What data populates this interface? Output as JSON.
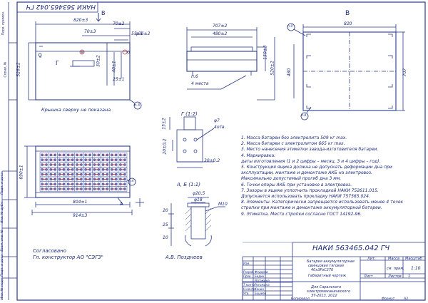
{
  "title_stamp_top": "НАКИ 563465.042 ГЧ",
  "title_stamp_main": "НАКИ 563465.042 ГЧ",
  "view_labels": {
    "view_b_arrow": "B",
    "view_b": "В",
    "view_g_arrow": "Г",
    "section_g": "Г (1:2)",
    "section_ab": "А, Б (1:1)",
    "cut_a": "А",
    "cut_b": "Б"
  },
  "top_view_dims": {
    "d820": "820±3",
    "d70": "70±3",
    "d70b": "70±2",
    "d55": "55±1",
    "d36": "φ36±2",
    "d30": "30±2",
    "d40": "40±1",
    "d25": "25±1",
    "d526": "526±2",
    "p3": "п.3"
  },
  "lid_caption": "Крышка сверху не показана",
  "middle_dims": {
    "d707": "707±2",
    "d480": "480±2",
    "d150": "150±3",
    "d520": "520±2",
    "p6": "п.6",
    "places": "4 места"
  },
  "right_view": {
    "d820": "820",
    "d480": "480",
    "d707": "707",
    "p9": "п.9",
    "p8": "п.8"
  },
  "g_dims": {
    "d7": "φ7",
    "holes": "4отв.",
    "d15": "15±2",
    "d20": "20±0,2",
    "d30": "30±0,2"
  },
  "ab_dims": {
    "d205": "φ20,5",
    "d18": "φ18",
    "m10": "M10",
    "d20": "20",
    "d25": "25",
    "d10": "10"
  },
  "bottom_dims": {
    "d804": "804±1",
    "d914": "914±3",
    "d690": "690±1",
    "p4": "п.4",
    "cut": "А"
  },
  "notes": [
    "1. Масса батареи без электролита 509 кг max.",
    "2. Масса батареи с электролитом 665 кг max.",
    "3. Место нанесения этикетки завода-изготовителя батареи.",
    "4. Маркировка:",
    "   даты изготовления (1 и 2 цифры – месяц, 3 и 4 цифры – год).",
    "5. Конструкция ящика должна не допускать деформации дна при",
    "эксплуатации, монтаже и демонтаже АКБ на электровоз.",
    "Максимально допустимый прогиб дна 3 мм.",
    "6. Точки опоры АКБ при установке в электровоз.",
    "7. Зазоры в ящике уплотнить прокладкой НАКИ 752611.015.",
    "Допускается использовать прокладку НАКИ 757565.024.",
    "8. Элементы. Категорически запрещается использовать менее 4 точек",
    "стропки при монтаже и демонтаже аккумуляторной батареи.",
    "9. Этикетка. Место стропки согласно ГОСТ 14192-96."
  ],
  "approval": {
    "agreed": "Согласовано",
    "position": "Гл. конструктор АО \"СЭГЗ\"",
    "name": "А.В. Позднеев"
  },
  "title_block": {
    "name_line1": "Батарея аккумуляторная",
    "name_line2": "свинцовая тяговая",
    "name_line3": "40х3РзС270",
    "name_line4": "Габаритный чертеж",
    "org_line1": "Для Саранского",
    "org_line2": "электромеханического",
    "org_line3": "ЗТ-2013, 2012",
    "lit": "Лит.",
    "mass": "Масса",
    "scale": "Масштаб",
    "mass_val": "см. прим.",
    "scale_val": "1:10",
    "sheet": "Лист",
    "sheets": "Листов",
    "sheets_val": "1",
    "copied": "Копировал",
    "format": "Формат",
    "format_val": "А3",
    "roles": [
      "Изм.",
      "Разраб.",
      "Пров.",
      "Т.контр.",
      "Н.контр.",
      "Утв."
    ],
    "names": [
      "Федоров",
      "Бедин",
      "Рогожина",
      "Рогожина",
      "Ханин",
      "Бушеев"
    ]
  },
  "side_labels": [
    "Перв. примен.",
    "Справ. №",
    "Подп. и дата",
    "Инв. № дубл.",
    "Взам. инв. №",
    "Подп. и дата",
    "Инв. № подл."
  ]
}
